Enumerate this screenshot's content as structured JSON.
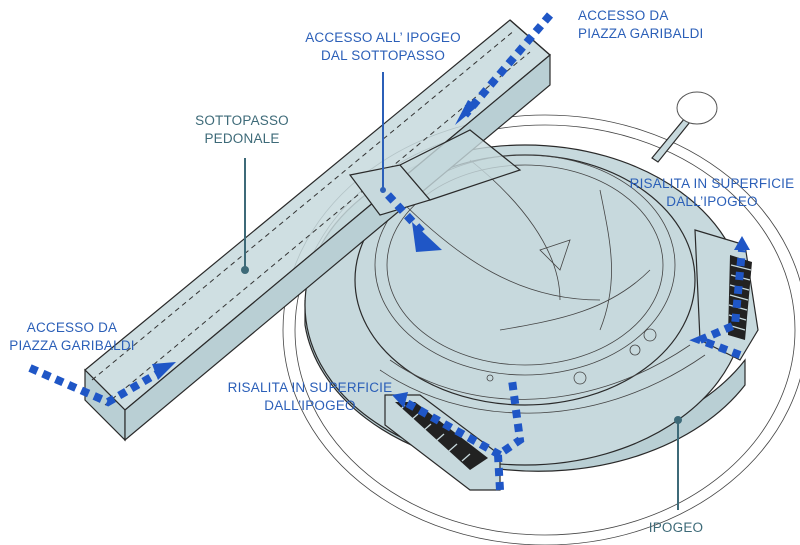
{
  "labels": {
    "access_top_line1": "ACCESSO DA",
    "access_top_line2": "PIAZZA GARIBALDI",
    "access_ipogeo_line1": "ACCESSO ALL’ IPOGEO",
    "access_ipogeo_line2": "DAL SOTTOPASSO",
    "sottopasso_line1": "SOTTOPASSO",
    "sottopasso_line2": "PEDONALE",
    "risalita_right_line1": "RISALITA IN SUPERFICIE",
    "risalita_right_line2": "DALL’IPOGEO",
    "access_left_line1": "ACCESSO DA",
    "access_left_line2": "PIAZZA GARIBALDI",
    "risalita_left_line1": "RISALITA IN SUPERFICIE",
    "risalita_left_line2": "DALL’IPOGEO",
    "ipogeo": "IPOGEO"
  },
  "colors": {
    "label_blue": "#2b5fb8",
    "label_teal": "#3d6a78",
    "arrow_blue": "#1f56c6",
    "structure_fill": "#c7d9dd"
  }
}
